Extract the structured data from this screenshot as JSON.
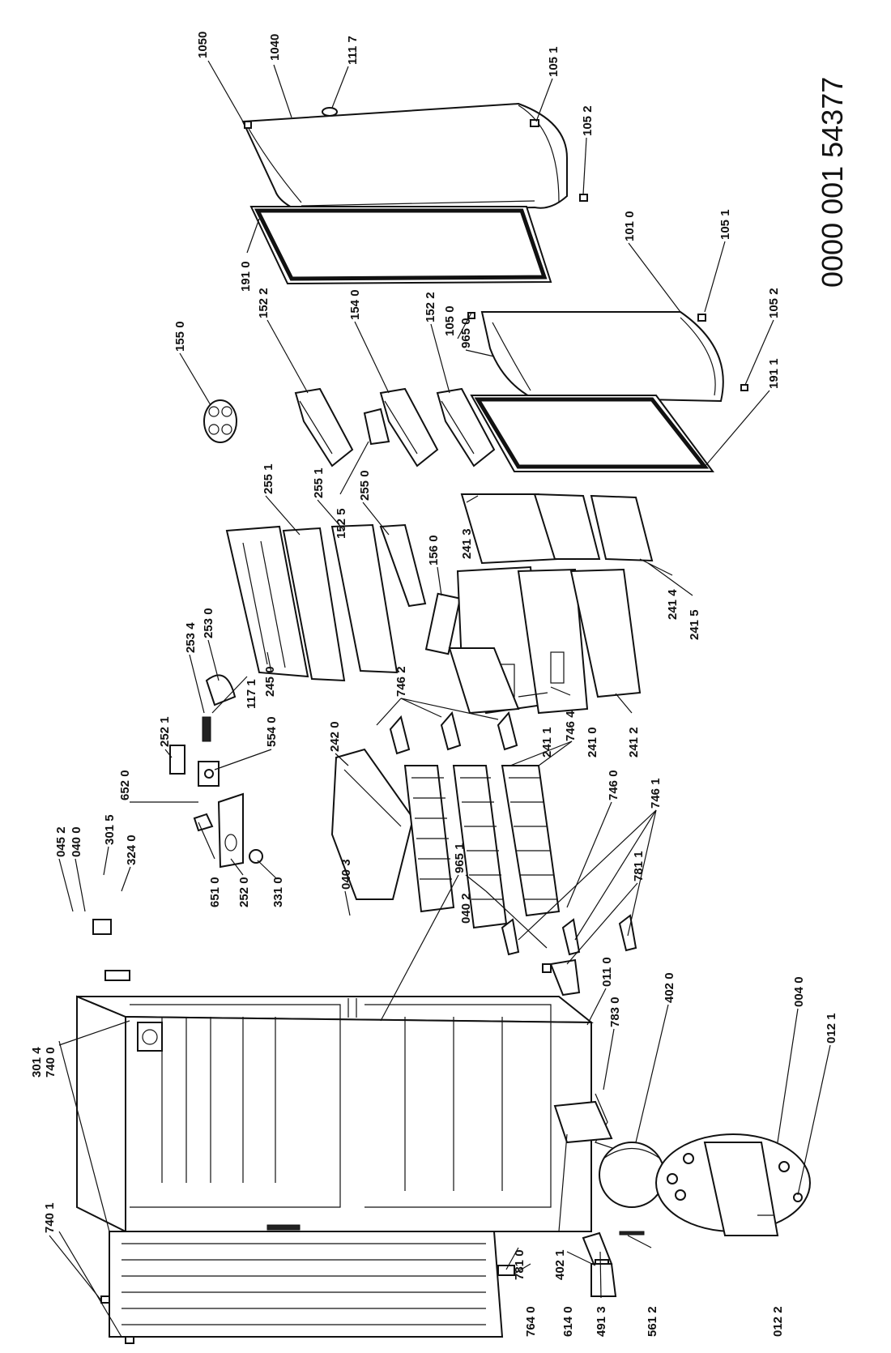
{
  "document_number": "0000 001 54377",
  "labels": [
    "1050",
    "1040",
    "111 7",
    "105 1",
    "105 2",
    "191 0",
    "101 0",
    "105 1",
    "105 2",
    "191 1",
    "152 2",
    "154 0",
    "152 2",
    "105 0",
    "965 0",
    "155 0",
    "152 5",
    "255 1",
    "255 1",
    "255 0",
    "156 0",
    "241 3",
    "241 4",
    "241 5",
    "253 0",
    "253 4",
    "117 1",
    "245 0",
    "746 2",
    "241 1",
    "241 0",
    "241 2",
    "746 4",
    "252 1",
    "652 0",
    "554 0",
    "242 0",
    "746 0",
    "746 1",
    "045 2",
    "040 0",
    "301 5",
    "324 0",
    "651 0",
    "252 0",
    "331 0",
    "040 3",
    "965 1",
    "040 2",
    "781 1",
    "011 0",
    "301 4",
    "740 0",
    "740 1",
    "783 0",
    "402 0",
    "004 0",
    "012 1",
    "781 0",
    "402 1",
    "764 0",
    "614 0",
    "491 3",
    "561 2",
    "012 2"
  ]
}
